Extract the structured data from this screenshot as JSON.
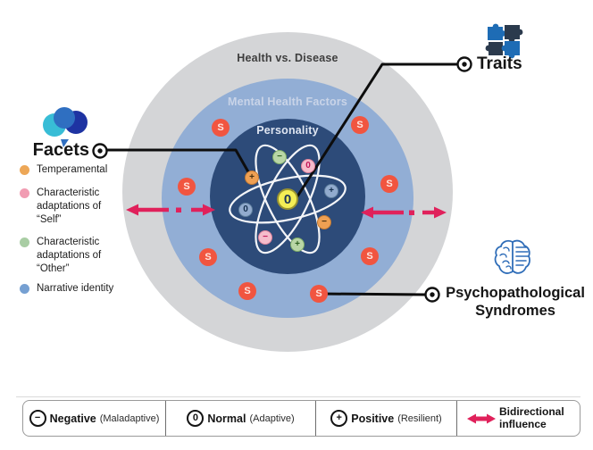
{
  "diagram": {
    "rings": {
      "outer_label": "Health vs. Disease",
      "middle_label": "Mental Health Factors",
      "inner_label": "Personality",
      "outer_color": "#d4d5d7",
      "middle_color": "#92aed5",
      "inner_color": "#2d4b79"
    },
    "syndrome_symbol": "S",
    "syndrome_color": "#f15540",
    "bidirectional_arrow_color": "#e0215b",
    "atom": {
      "nucleus_symbol": "0",
      "nucleus_color": "#f4ee55",
      "electrons": [
        {
          "symbol": "−",
          "type": "green"
        },
        {
          "symbol": "0",
          "type": "pink"
        },
        {
          "symbol": "+",
          "type": "orange"
        },
        {
          "symbol": "+",
          "type": "blue"
        },
        {
          "symbol": "0",
          "type": "blue"
        },
        {
          "symbol": "−",
          "type": "orange"
        },
        {
          "symbol": "−",
          "type": "pink"
        },
        {
          "symbol": "+",
          "type": "green"
        }
      ]
    }
  },
  "callouts": {
    "facets": {
      "label": "Facets",
      "icon": "cluster-circles-icon"
    },
    "traits": {
      "label": "Traits",
      "icon": "puzzle-pieces-icon"
    },
    "syndromes": {
      "label_line1": "Psychopathological",
      "label_line2": "Syndromes",
      "icon": "brain-icon"
    }
  },
  "facet_legend": {
    "items": [
      {
        "label": "Temperamental",
        "color": "#eda757"
      },
      {
        "label": "Characteristic adaptations of “Self”",
        "color": "#f19cb2"
      },
      {
        "label": "Characteristic adaptations of “Other”",
        "color": "#a9cda4"
      },
      {
        "label": "Narrative identity",
        "color": "#76a0d2"
      }
    ]
  },
  "bottom_legend": {
    "items": [
      {
        "symbol": "−",
        "label": "Negative",
        "qualifier": "(Maladaptive)"
      },
      {
        "symbol": "0",
        "label": "Normal",
        "qualifier": "(Adaptive)"
      },
      {
        "symbol": "+",
        "label": "Positive",
        "qualifier": "(Resilient)"
      },
      {
        "label": "Bidirectional influence",
        "icon": "bidirectional-arrow-icon"
      }
    ]
  }
}
